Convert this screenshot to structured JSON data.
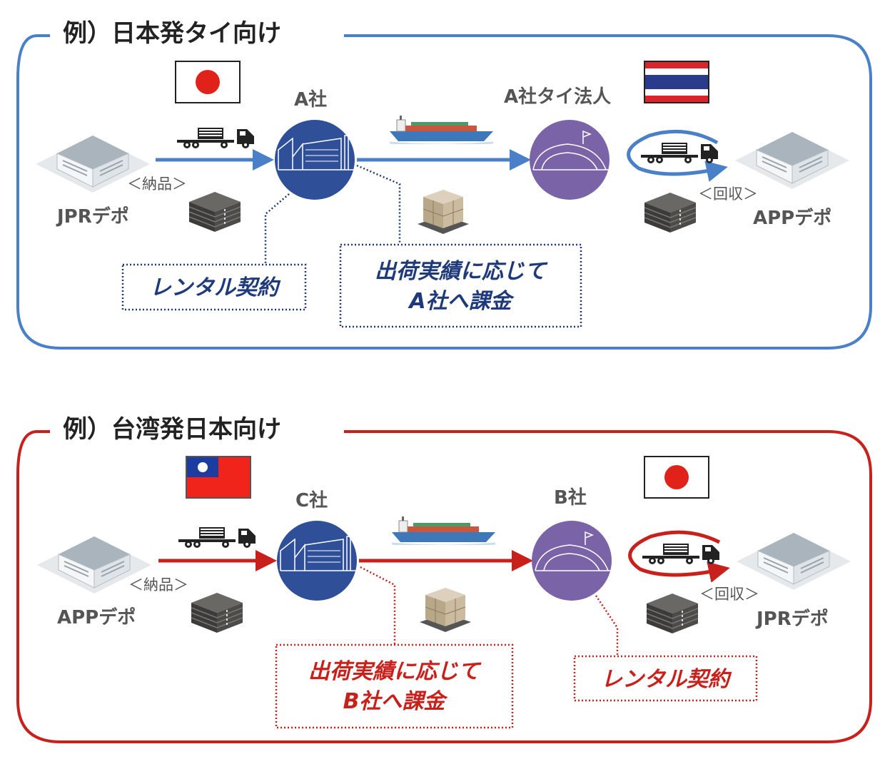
{
  "colors": {
    "blue_panel": "#4a80c8",
    "red_panel": "#c8211c",
    "company_circle": "#2f4f98",
    "partner_circle": "#7b63a8",
    "note_blue": "#1f3a7a"
  },
  "panel_top": {
    "title": "例）日本発タイ向け",
    "origin_flag": "japan-flag",
    "destination_flag": "thailand-flag",
    "shipper_label": "A社",
    "receiver_label": "A社タイ法人",
    "origin_depot": "JPRデポ",
    "destination_depot": "APPデポ",
    "delivery_label": "＜納品＞",
    "collection_label": "＜回収＞",
    "rental_note": "レンタル契約",
    "billing_note_line1": "出荷実績に応じて",
    "billing_note_line2": "A社へ課金"
  },
  "panel_bottom": {
    "title": "例）台湾発日本向け",
    "origin_flag": "taiwan-flag",
    "destination_flag": "japan-flag",
    "shipper_label": "C社",
    "receiver_label": "B社",
    "origin_depot": "APPデポ",
    "destination_depot": "JPRデポ",
    "delivery_label": "＜納品＞",
    "collection_label": "＜回収＞",
    "rental_note": "レンタル契約",
    "billing_note_line1": "出荷実績に応じて",
    "billing_note_line2": "B社へ課金"
  }
}
